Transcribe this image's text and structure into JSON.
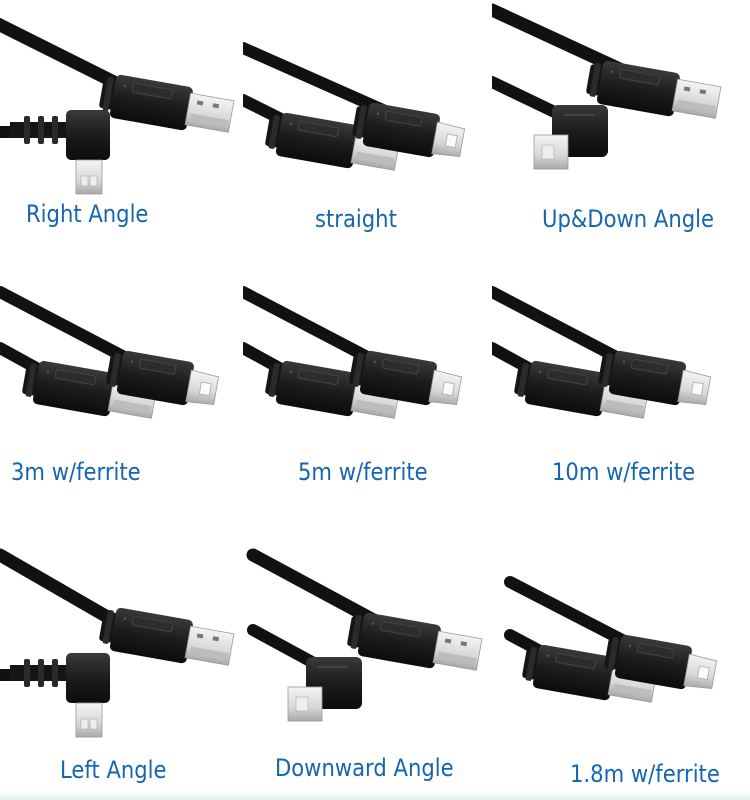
{
  "grid": {
    "columns": 3,
    "rows": 3,
    "accent_color": "#1565b0",
    "cells": [
      {
        "label": "Right Angle",
        "connector_b": "right-angle",
        "icon": "usb-cable-right-angle-icon"
      },
      {
        "label": "straight",
        "connector_b": "straight",
        "icon": "usb-cable-straight-icon"
      },
      {
        "label": "Up&Down Angle",
        "connector_b": "up-down-angle",
        "icon": "usb-cable-up-down-angle-icon"
      },
      {
        "label": "3m w/ferrite",
        "connector_b": "straight",
        "icon": "usb-cable-ferrite-icon"
      },
      {
        "label": "5m w/ferrite",
        "connector_b": "straight",
        "icon": "usb-cable-ferrite-icon"
      },
      {
        "label": "10m w/ferrite",
        "connector_b": "straight",
        "icon": "usb-cable-ferrite-icon"
      },
      {
        "label": "Left Angle",
        "connector_b": "left-angle",
        "icon": "usb-cable-left-angle-icon"
      },
      {
        "label": "Downward Angle",
        "connector_b": "downward-angle",
        "icon": "usb-cable-downward-angle-icon"
      },
      {
        "label": "1.8m w/ferrite",
        "connector_b": "straight",
        "icon": "usb-cable-ferrite-icon"
      }
    ]
  }
}
